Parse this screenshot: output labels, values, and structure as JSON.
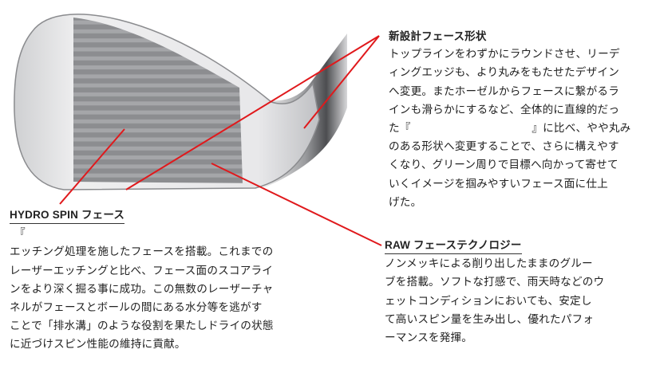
{
  "colors": {
    "callout_line": "#e0191c",
    "text": "#222222"
  },
  "image": {
    "icon": "golf-wedge-club-head"
  },
  "sections": {
    "new_face_shape": {
      "title": "新設計フェース形状",
      "lines": [
        "トップラインをわずかにラウンドさせ、リーデ",
        "ィングエッジも、より丸みをもたせたデザイン",
        "へ変更。またホーゼルからフェースに繋がるラ",
        "インも滑らかにするなど、全体的に直線的だっ",
        "た『　　　　　　　　　　　』に比べ、やや丸み",
        "のある形状へ変更することで、さらに構えやす",
        "くなり、グリーン周りで目標へ向かって寄せて",
        "いくイメージを掴みやすいフェース面に仕上",
        "げた。"
      ]
    },
    "hydro_spin": {
      "title": "HYDRO SPIN フェース",
      "subline": "『",
      "lines": [
        "エッチング処理を施したフェースを搭載。これまでの",
        "レーザーエッチングと比べ、フェース面のスコアライ",
        "ンをより深く掘る事に成功。この無数のレーザーチャ",
        "ネルがフェースとボールの間にある水分等を逃がす",
        "ことで「排水溝」のような役割を果たしドライの状態",
        "に近づけスピン性能の維持に貢献。"
      ]
    },
    "raw_face": {
      "title": "RAW フェーステクノロジー",
      "lines": [
        "ノンメッキによる削り出したままのグルー",
        "ブを搭載。ソフトな打感で、雨天時などのウ",
        "ェットコンディションにおいても、安定し",
        "て高いスピン量を生み出し、優れたパフォ",
        "ーマンスを発揮。"
      ]
    }
  }
}
